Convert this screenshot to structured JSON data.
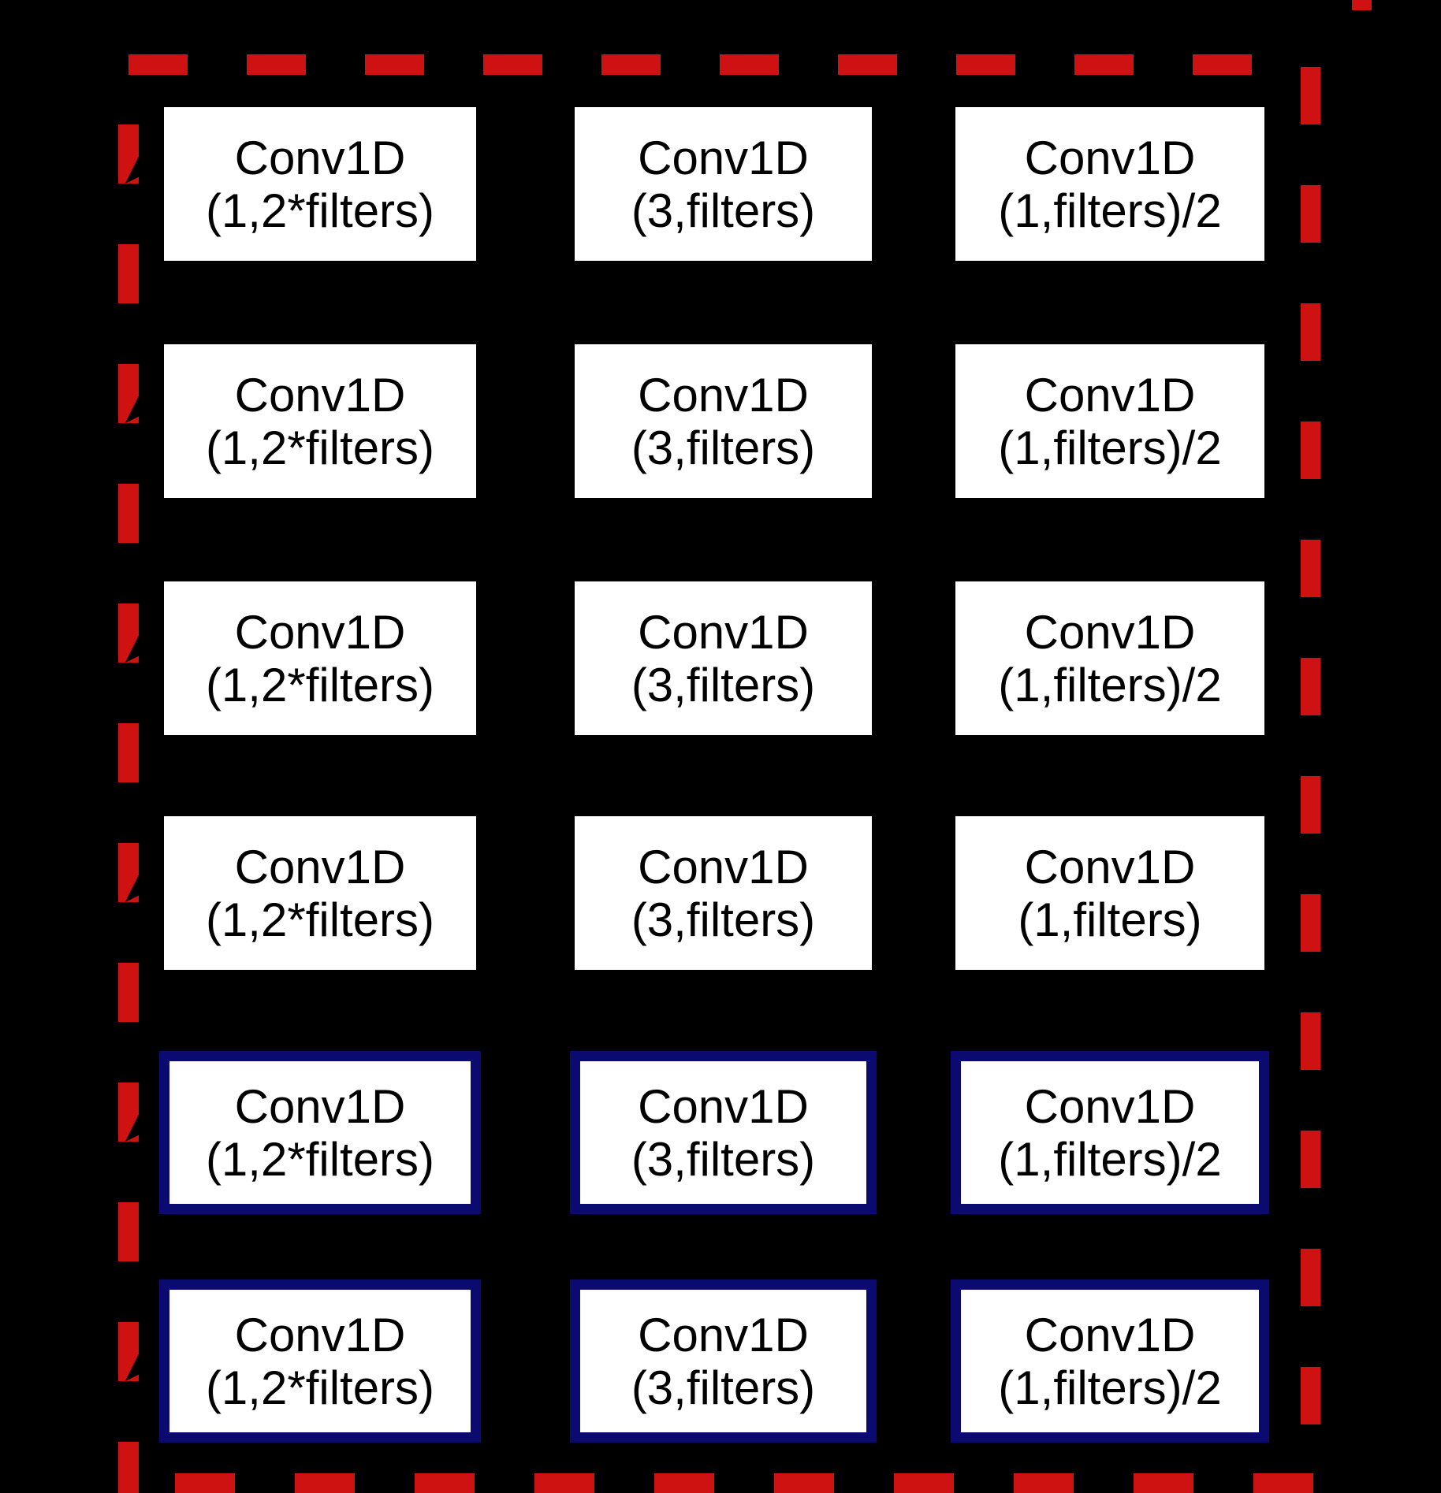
{
  "diagram": {
    "description": "Stacked residual Conv1D blocks inside a red dashed boundary; last two rows highlighted with dark blue borders",
    "colors": {
      "background": "#000000",
      "dashed_border": "#CE1212",
      "box_fill": "#FFFFFF",
      "box_text": "#000000",
      "highlight_border": "#0A0A70",
      "arrowhead": "#000000"
    },
    "grid": {
      "rows": 6,
      "cols": 3,
      "cells": [
        {
          "row": 1,
          "col": 1,
          "line1": "Conv1D",
          "line2": "(1,2*filters)",
          "highlighted": false
        },
        {
          "row": 1,
          "col": 2,
          "line1": "Conv1D",
          "line2": "(3,filters)",
          "highlighted": false
        },
        {
          "row": 1,
          "col": 3,
          "line1": "Conv1D",
          "line2": "(1,filters)/2",
          "highlighted": false
        },
        {
          "row": 2,
          "col": 1,
          "line1": "Conv1D",
          "line2": "(1,2*filters)",
          "highlighted": false
        },
        {
          "row": 2,
          "col": 2,
          "line1": "Conv1D",
          "line2": "(3,filters)",
          "highlighted": false
        },
        {
          "row": 2,
          "col": 3,
          "line1": "Conv1D",
          "line2": "(1,filters)/2",
          "highlighted": false
        },
        {
          "row": 3,
          "col": 1,
          "line1": "Conv1D",
          "line2": "(1,2*filters)",
          "highlighted": false
        },
        {
          "row": 3,
          "col": 2,
          "line1": "Conv1D",
          "line2": "(3,filters)",
          "highlighted": false
        },
        {
          "row": 3,
          "col": 3,
          "line1": "Conv1D",
          "line2": "(1,filters)/2",
          "highlighted": false
        },
        {
          "row": 4,
          "col": 1,
          "line1": "Conv1D",
          "line2": "(1,2*filters)",
          "highlighted": false
        },
        {
          "row": 4,
          "col": 2,
          "line1": "Conv1D",
          "line2": "(3,filters)",
          "highlighted": false
        },
        {
          "row": 4,
          "col": 3,
          "line1": "Conv1D",
          "line2": "(1,filters)",
          "highlighted": false
        },
        {
          "row": 5,
          "col": 1,
          "line1": "Conv1D",
          "line2": "(1,2*filters)",
          "highlighted": true
        },
        {
          "row": 5,
          "col": 2,
          "line1": "Conv1D",
          "line2": "(3,filters)",
          "highlighted": true
        },
        {
          "row": 5,
          "col": 3,
          "line1": "Conv1D",
          "line2": "(1,filters)/2",
          "highlighted": true
        },
        {
          "row": 6,
          "col": 1,
          "line1": "Conv1D",
          "line2": "(1,2*filters)",
          "highlighted": true
        },
        {
          "row": 6,
          "col": 2,
          "line1": "Conv1D",
          "line2": "(3,filters)",
          "highlighted": true
        },
        {
          "row": 6,
          "col": 3,
          "line1": "Conv1D",
          "line2": "(1,filters)/2",
          "highlighted": true
        }
      ]
    }
  }
}
